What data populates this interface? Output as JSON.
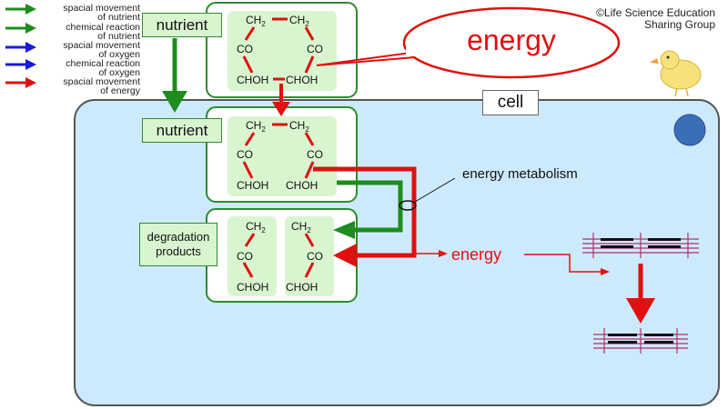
{
  "legend": [
    {
      "label": "spacial movement of nutrient",
      "line1": "spacial movement",
      "line2": "of nutrient",
      "color": "#1e8c1e"
    },
    {
      "label": "chemical reaction of nutrient",
      "line1": "chemical reaction",
      "line2": "of nutrient",
      "color": "#1e8c1e"
    },
    {
      "label": "spacial movement of oxygen",
      "line1": "spacial movement",
      "line2": "of oxygen",
      "color": "#1a1adb"
    },
    {
      "label": "chemical reaction of oxygen",
      "line1": "chemical reaction",
      "line2": "of oxygen",
      "color": "#1a1adb"
    },
    {
      "label": "spacial movement of energy",
      "line1": "spacial movement",
      "line2": "of energy",
      "color": "#e01010"
    }
  ],
  "credit": {
    "line1": "©Life Science Education",
    "line2": "Sharing Group"
  },
  "labels": {
    "nutrient_outside": "nutrient",
    "nutrient_inside": "nutrient",
    "degradation_line1": "degradation",
    "degradation_line2": "products",
    "cell": "cell",
    "energy_bubble": "energy",
    "energy_metabolism": "energy metabolism",
    "energy_released": "energy"
  },
  "molecule": {
    "ch": "CH",
    "sub": "2",
    "co": "CO",
    "chohl": "CHOH"
  },
  "colors": {
    "cell_fill": "#cdeafc",
    "green": "#1e8c1e",
    "red": "#e01010",
    "blue_dot": "#3a6fb8",
    "box_fill": "#d9f5d0"
  }
}
